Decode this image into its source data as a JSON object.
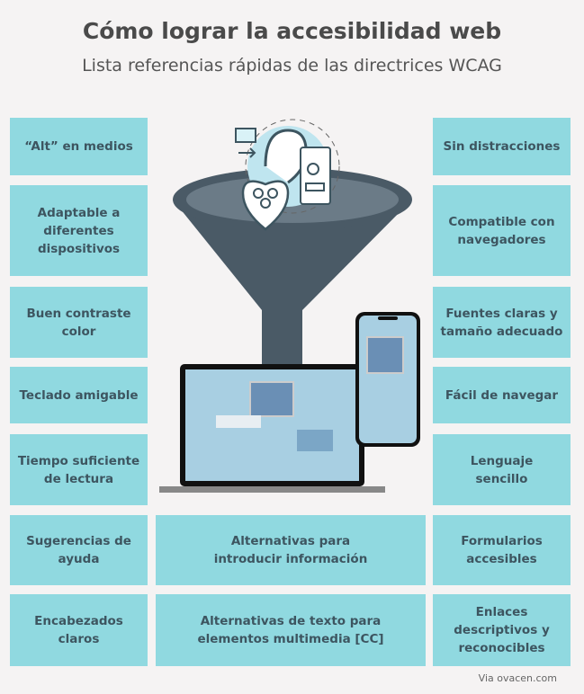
{
  "title": "Cómo lograr la accesibilidad web",
  "subtitle": "Lista referencias rápidas de las directrices WCAG",
  "left": [
    "“Alt” en medios",
    "Adaptable a\ndiferentes\ndispositivos",
    "Buen contraste\ncolor",
    "Teclado amigable",
    "Tiempo suficiente\nde lectura",
    "Sugerencias de\nayuda",
    "Encabezados\nclaros"
  ],
  "right": [
    "Sin distracciones",
    "Compatible con\nnavegadores",
    "Fuentes claras y\ntamaño adecuado",
    "Fácil de navegar",
    "Lenguaje\nsencillo",
    "Formularios\naccesibles",
    "Enlaces\ndescriptivos y\nreconocibles"
  ],
  "center": [
    "Alternativas para\nintroducir información",
    "Alternativas de texto para\nelementos multimedia [CC]"
  ],
  "credit": "Via ovacen.com",
  "colors": {
    "box": "#90d9e0",
    "text": "#3d5560",
    "funnel": "#4a5a66",
    "background": "#f5f3f3"
  }
}
